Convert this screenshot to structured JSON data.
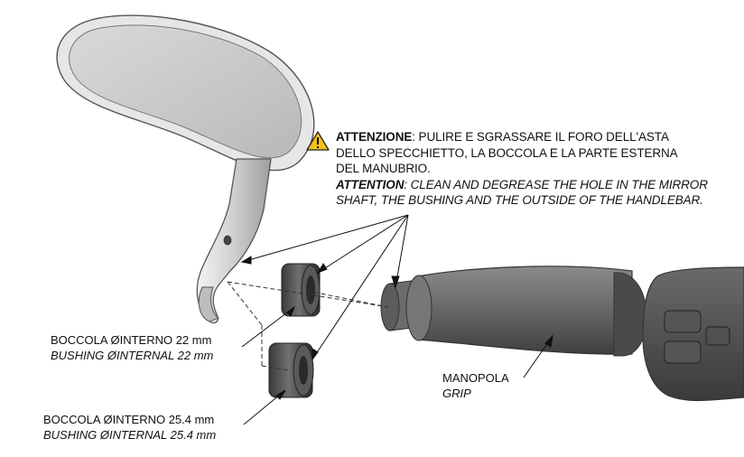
{
  "warning": {
    "it_bold": "ATTENZIONE",
    "it_line1": ": PULIRE E SGRASSARE IL FORO DELL'ASTA",
    "it_line2": "DELLO SPECCHIETTO, LA BOCCOLA E LA PARTE ESTERNA",
    "it_line3": "DEL MANUBRIO.",
    "en_bold": "ATTENTION",
    "en_line1": ": CLEAN AND DEGREASE THE HOLE IN THE MIRROR",
    "en_line2": "SHAFT, THE BUSHING AND THE OUTSIDE OF THE HANDLEBAR."
  },
  "bushing_22": {
    "it": "BOCCOLA ØINTERNO 22 mm",
    "en": "BUSHING ØINTERNAL 22 mm"
  },
  "bushing_25": {
    "it": "BOCCOLA ØINTERNO 25.4 mm",
    "en": "BUSHING ØINTERNAL 25.4 mm"
  },
  "grip": {
    "it": "MANOPOLA",
    "en": "GRIP"
  },
  "colors": {
    "mirror_glass": "#cfcfcf",
    "mirror_frame": "#e2e2e2",
    "bushing": "#555555",
    "grip": "#6a6a6a",
    "warning_yellow": "#f2c21b"
  }
}
